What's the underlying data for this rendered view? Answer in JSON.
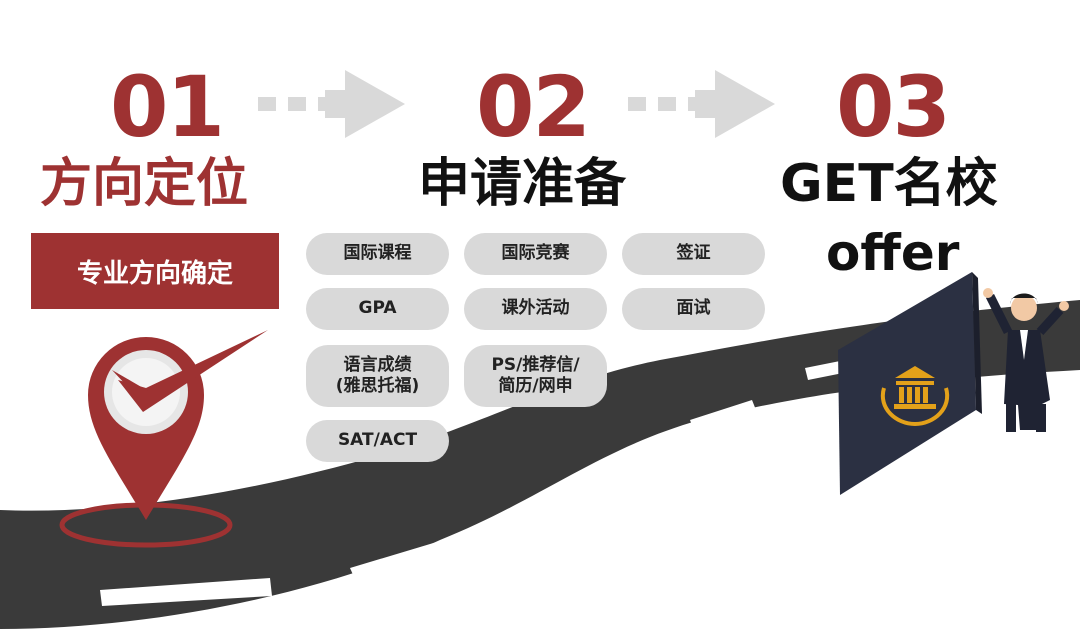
{
  "steps": [
    {
      "number": "01",
      "title": "方向定位",
      "subtitle": "专业方向确定"
    },
    {
      "number": "02",
      "title": "申请准备"
    },
    {
      "number": "03",
      "title_line1": "GET名校",
      "title_line2": "offer"
    }
  ],
  "prep_items": {
    "col1": [
      "国际课程",
      "GPA",
      "语言成绩\n(雅思托福)",
      "SAT/ACT"
    ],
    "col2": [
      "国际竞赛",
      "课外活动",
      "PS/推荐信/\n简历/网申"
    ],
    "col3": [
      "签证",
      "面试"
    ]
  },
  "colors": {
    "accent": "#9e3232",
    "road": "#3a3a3a",
    "arrow": "#d9d9d9",
    "pill": "#d9d9d9",
    "board": "#2b3042",
    "gold": "#e3a11a"
  },
  "icons": [
    "arrow-right-icon",
    "location-pin-icon",
    "checkmark-icon",
    "university-building-icon",
    "laurel-wreath-icon"
  ]
}
